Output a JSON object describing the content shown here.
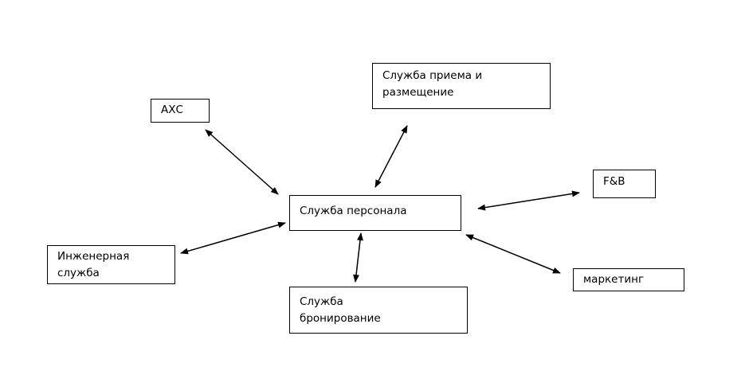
{
  "diagram": {
    "center": {
      "lines": [
        "Служба персонала"
      ]
    },
    "nodes": [
      {
        "id": "axs",
        "lines": [
          "АХС"
        ]
      },
      {
        "id": "reception",
        "lines": [
          "Служба приема и",
          "размещение"
        ]
      },
      {
        "id": "fb",
        "lines": [
          "F&B"
        ]
      },
      {
        "id": "engineering",
        "lines": [
          "Инженерная",
          "служба"
        ]
      },
      {
        "id": "marketing",
        "lines": [
          "маркетинг"
        ]
      },
      {
        "id": "booking",
        "lines": [
          "Служба",
          "бронирование"
        ]
      }
    ],
    "edges": [
      {
        "from": "center",
        "to": "axs",
        "type": "bidirectional"
      },
      {
        "from": "center",
        "to": "reception",
        "type": "bidirectional"
      },
      {
        "from": "center",
        "to": "fb",
        "type": "bidirectional"
      },
      {
        "from": "center",
        "to": "engineering",
        "type": "bidirectional"
      },
      {
        "from": "center",
        "to": "booking",
        "type": "bidirectional"
      },
      {
        "from": "center",
        "to": "marketing",
        "type": "bidirectional"
      }
    ]
  }
}
